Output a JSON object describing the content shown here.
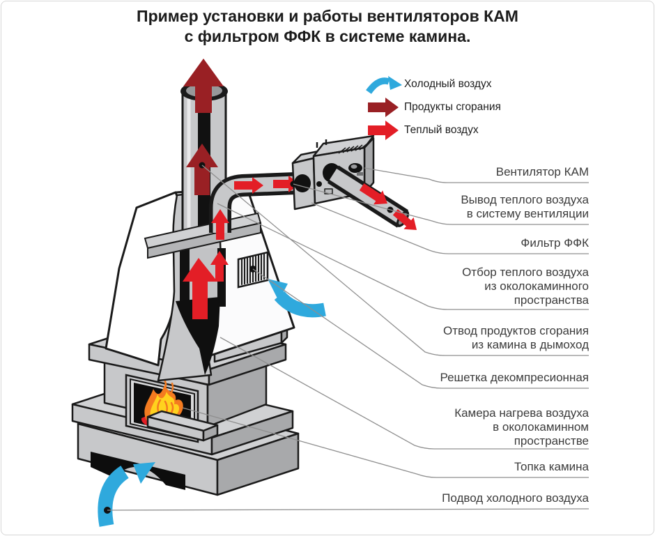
{
  "title": {
    "line1": "Пример установки и работы вентиляторов КАМ",
    "line2": "с фильтром ФФК в системе камина."
  },
  "legend": {
    "items": [
      {
        "icon": "cold-air-arrow",
        "label": "Холодный воздух",
        "color": "#2fa9dd"
      },
      {
        "icon": "combustion-products-arrow",
        "label": "Продукты сгорания",
        "color": "#992024"
      },
      {
        "icon": "warm-air-arrow",
        "label": "Теплый воздух",
        "color": "#e31e26"
      }
    ]
  },
  "callouts": {
    "items": [
      {
        "id": "fan",
        "lines": [
          "Вентилятор КАМ"
        ]
      },
      {
        "id": "warm-air-outlet",
        "lines": [
          "Вывод теплого воздуха",
          "в систему вентиляции"
        ]
      },
      {
        "id": "filter",
        "lines": [
          "Фильтр ФФК"
        ]
      },
      {
        "id": "warm-air-intake",
        "lines": [
          "Отбор теплого воздуха",
          "из околокаминного",
          "пространства"
        ]
      },
      {
        "id": "combustion-outlet",
        "lines": [
          "Отвод продуктов сгорания",
          "из камина в дымоход"
        ]
      },
      {
        "id": "grille",
        "lines": [
          "Решетка декомпресионная"
        ]
      },
      {
        "id": "heating-chamber",
        "lines": [
          "Камера нагрева воздуха",
          "в околокаминном",
          "пространстве"
        ]
      },
      {
        "id": "firebox",
        "lines": [
          "Топка камина"
        ]
      },
      {
        "id": "cold-air-supply",
        "lines": [
          "Подвод холодного воздуха"
        ]
      }
    ]
  },
  "colors": {
    "cold_air": "#2fa9dd",
    "combustion": "#992024",
    "warm_air": "#e31e26",
    "outline": "#1a1a1a",
    "body_gray": "#c7c8ca",
    "body_gray_top": "#d0d1d3",
    "body_gray_side": "#a8a9ab",
    "leader": "#8f8f8f",
    "flame_yellow": "#ffd21e",
    "flame_orange": "#f47b20"
  }
}
